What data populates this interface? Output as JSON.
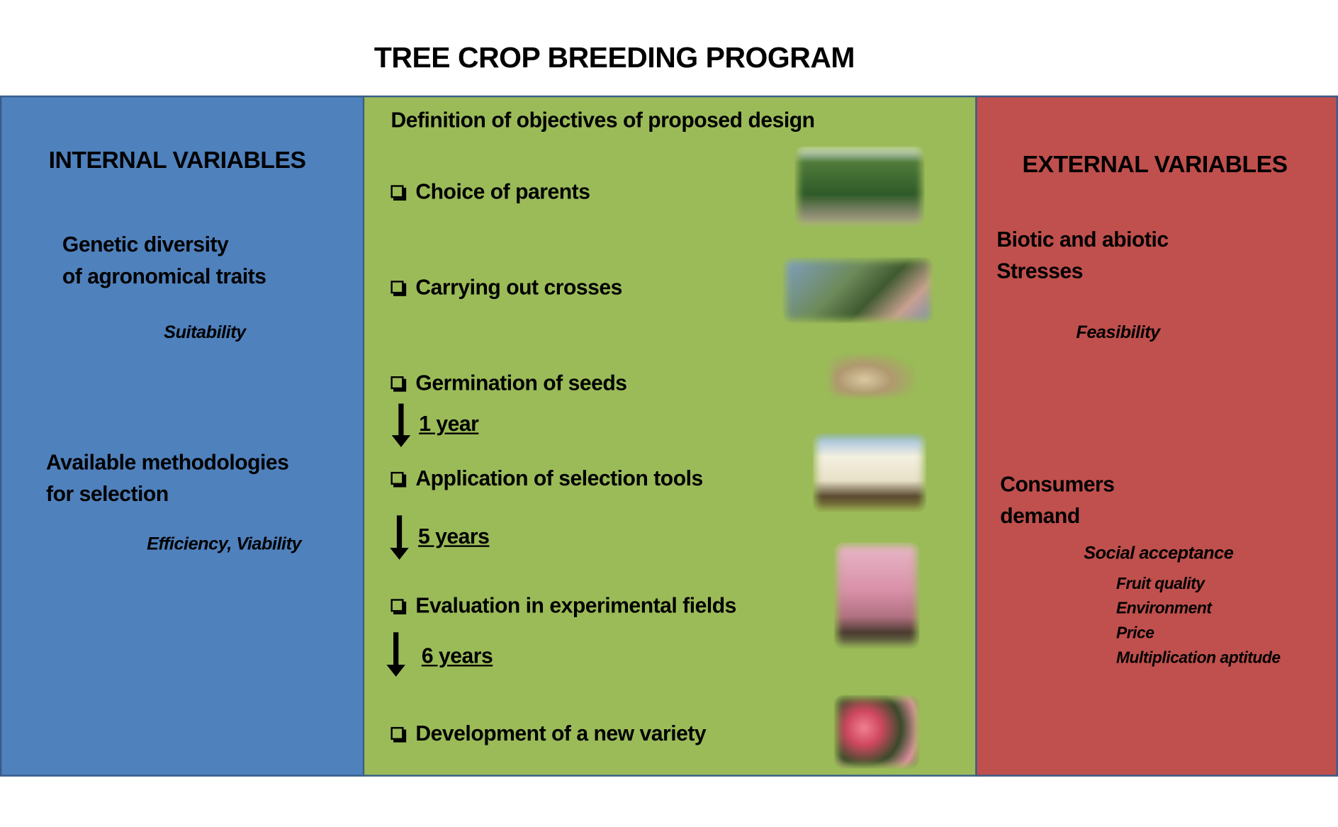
{
  "title": "TREE CROP BREEDING PROGRAM",
  "colors": {
    "internal": "#4f81bd",
    "process": "#9bbb59",
    "external": "#c0504d",
    "border": "#385d8a"
  },
  "internal": {
    "heading": "INTERNAL VARIABLES",
    "genetic_line1": "Genetic diversity",
    "genetic_line2": "of agronomical traits",
    "suitability": "Suitability",
    "methods_line1": "Available methodologies",
    "methods_line2": "for selection",
    "efficiency": "Efficiency,  Viability"
  },
  "process": {
    "heading": "Definition of objectives of proposed design",
    "steps": [
      "Choice of parents",
      "Carrying out crosses",
      "Germination of seeds",
      "Application of selection tools",
      "Evaluation in experimental fields",
      "Development of  a new variety"
    ],
    "durations": [
      "1 year",
      "5 years",
      "6 years"
    ],
    "images": [
      "almond-tree-photo",
      "crossing-photo",
      "almond-seeds-photo",
      "blossoming-orchard-photo",
      "pink-blossom-tree-photo",
      "fruit-photo"
    ]
  },
  "external": {
    "heading": "EXTERNAL VARIABLES",
    "stress_line1": "Biotic and abiotic",
    "stress_line2": "Stresses",
    "feasibility": "Feasibility",
    "consumers_line1": "Consumers",
    "consumers_line2": "demand",
    "social": "Social acceptance",
    "factors": [
      "Fruit quality",
      "Environment",
      "Price",
      "Multiplication aptitude"
    ]
  }
}
